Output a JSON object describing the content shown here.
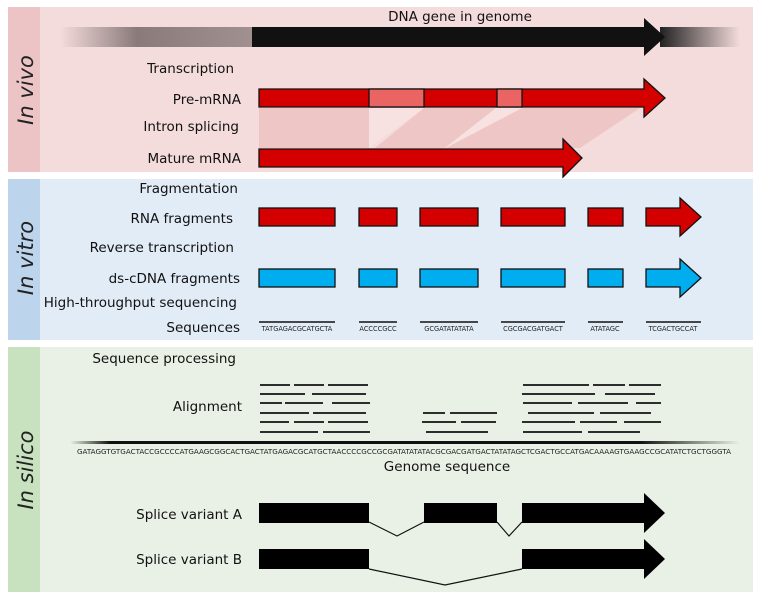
{
  "sections": {
    "in_vivo": {
      "label": "In vivo",
      "bg": "#f5dcdc",
      "side_bg": "#ecc4c6"
    },
    "in_vitro": {
      "label": "In vitro",
      "bg": "#e2ecf6",
      "side_bg": "#bcd4ec"
    },
    "in_silico": {
      "label": "In silico",
      "bg": "#e9f1e6",
      "side_bg": "#c8e2c0"
    }
  },
  "in_vivo": {
    "dna_label": "DNA gene in genome",
    "transcription": "Transcription",
    "pre_mrna": "Pre-mRNA",
    "intron_splicing": "Intron splicing",
    "mature_mrna": "Mature mRNA"
  },
  "in_vitro": {
    "fragmentation": "Fragmentation",
    "rna_fragments": "RNA fragments",
    "reverse_transcription": "Reverse transcription",
    "cdna_fragments": "ds-cDNA fragments",
    "hts": "High-throughput sequencing",
    "sequences_label": "Sequences",
    "sequences": [
      "TATGAGACGCATGCTA",
      "ACCCCGCC",
      "GCGATATATATA",
      "CGCGACGATGACT",
      "ATATAGC",
      "TCGACTGCCAT"
    ]
  },
  "in_silico": {
    "sequence_processing": "Sequence processing",
    "alignment": "Alignment",
    "genome_sequence": "GATAGGTGTGACTACCGCCCCATGAAGCGGCACTGACTATGAGACGCATGCTAACCCCGCCGCGATATATATACGCGACGATGACTATATAGCTCGACTGCCATGACAAAAGTGAAGCCGCATATCTGCTGGGTA",
    "genome_label": "Genome sequence",
    "variant_a": "Splice variant A",
    "variant_b": "Splice variant B"
  },
  "colors": {
    "exon_red": "#d40000",
    "intron_red": "#ea6464",
    "cdna_blue": "#00aeef",
    "black": "#111111"
  }
}
